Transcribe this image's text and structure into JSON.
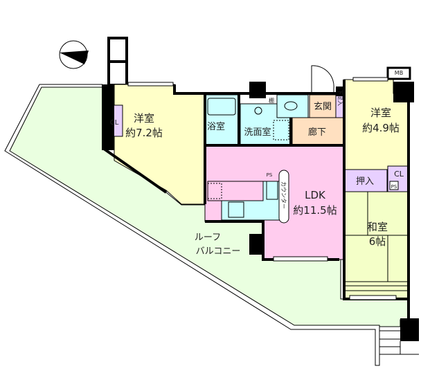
{
  "rooms": {
    "western1": {
      "name": "洋室",
      "size": "約7.2帖"
    },
    "bath": {
      "name": "浴室"
    },
    "washroom": {
      "name": "洗面室"
    },
    "entrance": {
      "name": "玄関"
    },
    "shoe_storage": {
      "name": "下足入"
    },
    "hallway": {
      "name": "廊下"
    },
    "western2": {
      "name": "洋室",
      "size": "約4.9帖"
    },
    "closet_oshiire": {
      "name": "押入"
    },
    "closet_right": {
      "name": "CL"
    },
    "closet_left": {
      "name": "CL"
    },
    "ps_right": {
      "name": "PS"
    },
    "ps_kitchen": {
      "name": "PS"
    },
    "mb": {
      "name": "MB"
    },
    "shelf": {
      "name": "棚"
    },
    "ldk": {
      "name": "LDK",
      "size": "約11.5帖"
    },
    "counter": {
      "name": "カウンター"
    },
    "japanese": {
      "name": "和室",
      "size": "6帖"
    },
    "balcony": {
      "line1": "ルーフ",
      "line2": "バルコニー"
    }
  },
  "colors": {
    "western": "#ffffc8",
    "wet_area": "#ccffff",
    "entrance": "#ffe0c0",
    "ldk": "#ffccee",
    "storage": "#e8d0ff",
    "japanese": "#f4ffc8",
    "balcony": "#eaffe0",
    "wall": "#000000"
  },
  "compass": {
    "icon": "north-arrow-icon"
  }
}
